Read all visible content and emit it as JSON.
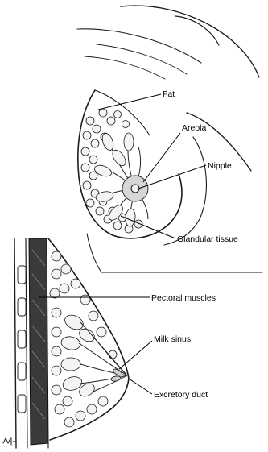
{
  "labels": {
    "fat": "Fat",
    "areola": "Areola",
    "nipple": "Nipple",
    "glandular": "Glandular tissue",
    "pectoral": "Pectoral muscles",
    "milk_sinus": "Milk sinus",
    "excretory": "Excretory duct"
  },
  "colors": {
    "ink": "#1a1a1a",
    "paper": "#ffffff"
  }
}
